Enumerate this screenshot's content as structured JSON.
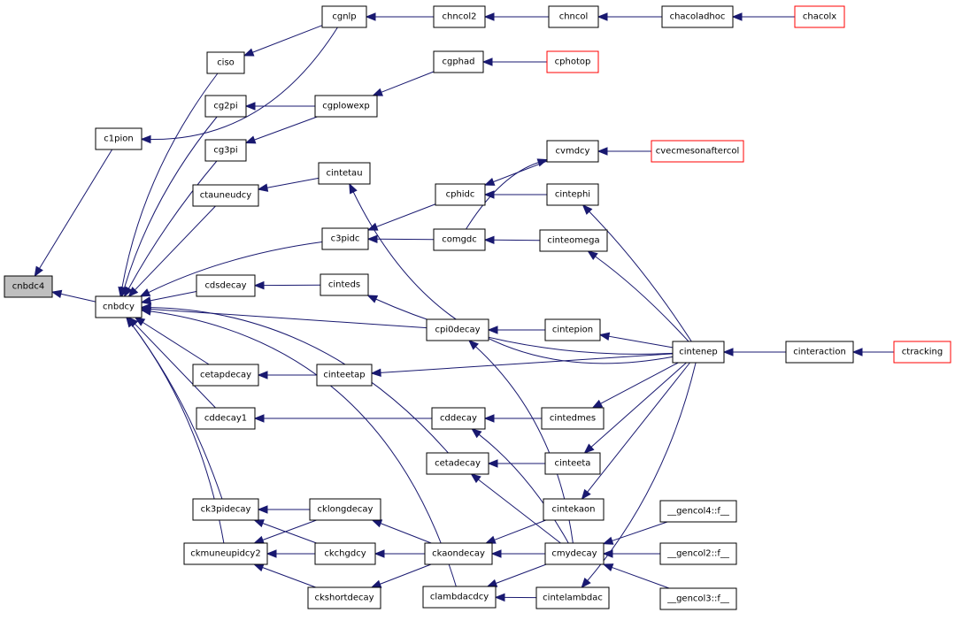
{
  "graph": {
    "edge_color": "#191970",
    "linked_node_border": "#ff0000",
    "root_fill": "#bfbfbf",
    "nodes": [
      {
        "id": "cnbdc4",
        "label": "cnbdc4",
        "style": "root"
      },
      {
        "id": "c1pion",
        "label": "c1pion",
        "style": "normal"
      },
      {
        "id": "cnbdcy",
        "label": "cnbdcy",
        "style": "normal"
      },
      {
        "id": "cgnlp",
        "label": "cgnlp",
        "style": "normal"
      },
      {
        "id": "chncol2",
        "label": "chncol2",
        "style": "normal"
      },
      {
        "id": "chncol",
        "label": "chncol",
        "style": "normal"
      },
      {
        "id": "chacoladhoc",
        "label": "chacoladhoc",
        "style": "normal"
      },
      {
        "id": "chacolx",
        "label": "chacolx",
        "style": "red"
      },
      {
        "id": "ciso",
        "label": "ciso",
        "style": "normal"
      },
      {
        "id": "cgphad",
        "label": "cgphad",
        "style": "normal"
      },
      {
        "id": "cphotop",
        "label": "cphotop",
        "style": "red"
      },
      {
        "id": "cg2pi",
        "label": "cg2pi",
        "style": "normal"
      },
      {
        "id": "cgplowexp",
        "label": "cgplowexp",
        "style": "normal"
      },
      {
        "id": "cg3pi",
        "label": "cg3pi",
        "style": "normal"
      },
      {
        "id": "cvmdcy",
        "label": "cvmdcy",
        "style": "normal"
      },
      {
        "id": "cvecmesonaftercol",
        "label": "cvecmesonaftercol",
        "style": "red"
      },
      {
        "id": "cintetau",
        "label": "cintetau",
        "style": "normal"
      },
      {
        "id": "ctauneudcy",
        "label": "ctauneudcy",
        "style": "normal"
      },
      {
        "id": "cphidc",
        "label": "cphidc",
        "style": "normal"
      },
      {
        "id": "cintephi",
        "label": "cintephi",
        "style": "normal"
      },
      {
        "id": "c3pidc",
        "label": "c3pidc",
        "style": "normal"
      },
      {
        "id": "comgdc",
        "label": "comgdc",
        "style": "normal"
      },
      {
        "id": "cinteomega",
        "label": "cinteomega",
        "style": "normal"
      },
      {
        "id": "cdsdecay",
        "label": "cdsdecay",
        "style": "normal"
      },
      {
        "id": "cinteds",
        "label": "cinteds",
        "style": "normal"
      },
      {
        "id": "cpi0decay",
        "label": "cpi0decay",
        "style": "normal"
      },
      {
        "id": "cintepion",
        "label": "cintepion",
        "style": "normal"
      },
      {
        "id": "cintenep",
        "label": "cintenep",
        "style": "normal"
      },
      {
        "id": "cinteraction",
        "label": "cinteraction",
        "style": "normal"
      },
      {
        "id": "ctracking",
        "label": "ctracking",
        "style": "red"
      },
      {
        "id": "cetapdecay",
        "label": "cetapdecay",
        "style": "normal"
      },
      {
        "id": "cinteetap",
        "label": "cinteetap",
        "style": "normal"
      },
      {
        "id": "cddecay1",
        "label": "cddecay1",
        "style": "normal"
      },
      {
        "id": "cddecay",
        "label": "cddecay",
        "style": "normal"
      },
      {
        "id": "cintedmes",
        "label": "cintedmes",
        "style": "normal"
      },
      {
        "id": "cetadecay",
        "label": "cetadecay",
        "style": "normal"
      },
      {
        "id": "cinteeta",
        "label": "cinteeta",
        "style": "normal"
      },
      {
        "id": "ck3pidecay",
        "label": "ck3pidecay",
        "style": "normal"
      },
      {
        "id": "cklongdecay",
        "label": "cklongdecay",
        "style": "normal"
      },
      {
        "id": "cintekaon",
        "label": "cintekaon",
        "style": "normal"
      },
      {
        "id": "gencol4",
        "label": "__gencol4::f__",
        "style": "normal"
      },
      {
        "id": "ckmuneupidcy2",
        "label": "ckmuneupidcy2",
        "style": "normal"
      },
      {
        "id": "ckchgdcy",
        "label": "ckchgdcy",
        "style": "normal"
      },
      {
        "id": "ckaondecay",
        "label": "ckaondecay",
        "style": "normal"
      },
      {
        "id": "cmydecay",
        "label": "cmydecay",
        "style": "normal"
      },
      {
        "id": "gencol2",
        "label": "__gencol2::f__",
        "style": "normal"
      },
      {
        "id": "ckshortdecay",
        "label": "ckshortdecay",
        "style": "normal"
      },
      {
        "id": "clambdacdcy",
        "label": "clambdacdcy",
        "style": "normal"
      },
      {
        "id": "cintelambdac",
        "label": "cintelambdac",
        "style": "normal"
      },
      {
        "id": "gencol3",
        "label": "__gencol3::f__",
        "style": "normal"
      }
    ],
    "edges": [
      [
        "c1pion",
        "cnbdc4"
      ],
      [
        "cnbdcy",
        "cnbdc4"
      ],
      [
        "cgnlp",
        "c1pion"
      ],
      [
        "chncol2",
        "cgnlp"
      ],
      [
        "chncol",
        "chncol2"
      ],
      [
        "chacoladhoc",
        "chncol"
      ],
      [
        "chacolx",
        "chacoladhoc"
      ],
      [
        "ciso",
        "cnbdcy"
      ],
      [
        "cgnlp",
        "ciso"
      ],
      [
        "cg2pi",
        "cnbdcy"
      ],
      [
        "cgplowexp",
        "cg2pi"
      ],
      [
        "cgphad",
        "cgplowexp"
      ],
      [
        "cphotop",
        "cgphad"
      ],
      [
        "cg3pi",
        "cnbdcy"
      ],
      [
        "cgplowexp",
        "cg3pi"
      ],
      [
        "ctauneudcy",
        "cnbdcy"
      ],
      [
        "cintetau",
        "ctauneudcy"
      ],
      [
        "cintenep",
        "cintetau"
      ],
      [
        "c3pidc",
        "cnbdcy"
      ],
      [
        "cphidc",
        "c3pidc"
      ],
      [
        "comgdc",
        "c3pidc"
      ],
      [
        "cvmdcy",
        "cphidc"
      ],
      [
        "cintephi",
        "cphidc"
      ],
      [
        "cvecmesonaftercol",
        "cvmdcy"
      ],
      [
        "comgdc",
        "cvmdcy"
      ],
      [
        "cinteomega",
        "comgdc"
      ],
      [
        "cintenep",
        "cintephi"
      ],
      [
        "cintenep",
        "cinteomega"
      ],
      [
        "cdsdecay",
        "cnbdcy"
      ],
      [
        "cinteds",
        "cdsdecay"
      ],
      [
        "cintenep",
        "cinteds"
      ],
      [
        "cpi0decay",
        "cnbdcy"
      ],
      [
        "cintepion",
        "cpi0decay"
      ],
      [
        "cintenep",
        "cintepion"
      ],
      [
        "cmydecay",
        "cpi0decay"
      ],
      [
        "cinteraction",
        "cintenep"
      ],
      [
        "ctracking",
        "cinteraction"
      ],
      [
        "cetapdecay",
        "cnbdcy"
      ],
      [
        "cinteetap",
        "cetapdecay"
      ],
      [
        "cintenep",
        "cinteetap"
      ],
      [
        "cddecay1",
        "cnbdcy"
      ],
      [
        "cddecay",
        "cddecay1"
      ],
      [
        "cintedmes",
        "cddecay"
      ],
      [
        "cmydecay",
        "cddecay"
      ],
      [
        "cintenep",
        "cintedmes"
      ],
      [
        "cetadecay",
        "cnbdcy"
      ],
      [
        "cinteeta",
        "cetadecay"
      ],
      [
        "cmydecay",
        "cetadecay"
      ],
      [
        "cintenep",
        "cinteeta"
      ],
      [
        "ck3pidecay",
        "cnbdcy"
      ],
      [
        "cklongdecay",
        "ck3pidecay"
      ],
      [
        "ckchgdcy",
        "ck3pidecay"
      ],
      [
        "ckmuneupidcy2",
        "cnbdcy"
      ],
      [
        "cklongdecay",
        "ckmuneupidcy2"
      ],
      [
        "ckchgdcy",
        "ckmuneupidcy2"
      ],
      [
        "ckshortdecay",
        "ckmuneupidcy2"
      ],
      [
        "ckaondecay",
        "cklongdecay"
      ],
      [
        "ckaondecay",
        "ckchgdcy"
      ],
      [
        "ckaondecay",
        "ckshortdecay"
      ],
      [
        "cintekaon",
        "ckaondecay"
      ],
      [
        "cmydecay",
        "ckaondecay"
      ],
      [
        "cintenep",
        "cintekaon"
      ],
      [
        "gencol4",
        "cmydecay"
      ],
      [
        "gencol2",
        "cmydecay"
      ],
      [
        "gencol3",
        "cmydecay"
      ],
      [
        "clambdacdcy",
        "cnbdcy"
      ],
      [
        "cintelambdac",
        "clambdacdcy"
      ],
      [
        "cmydecay",
        "clambdacdcy"
      ],
      [
        "cintenep",
        "cintelambdac"
      ]
    ]
  }
}
